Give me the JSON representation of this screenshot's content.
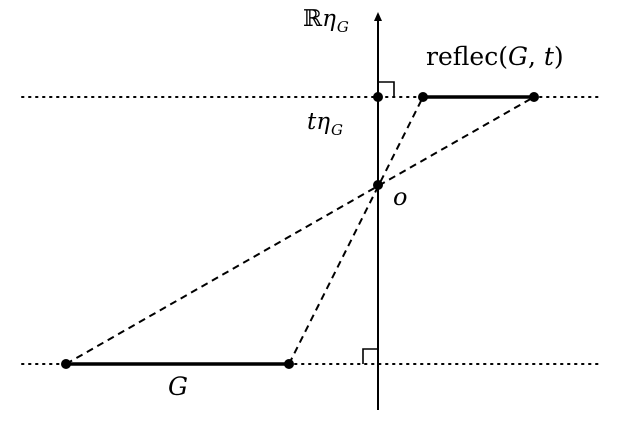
{
  "labels": {
    "axis_symbol": "ℝ",
    "axis_eta": "η",
    "axis_sub": "G",
    "t_var": "t",
    "t_eta": "η",
    "t_sub": "G",
    "origin": "o",
    "segment_G": "G",
    "reflec_name": "reflec(",
    "reflec_G": "G",
    "reflec_comma": ", ",
    "reflec_t": "t",
    "reflec_close": ")"
  },
  "colors": {
    "stroke": "#000000",
    "background": "#ffffff"
  }
}
